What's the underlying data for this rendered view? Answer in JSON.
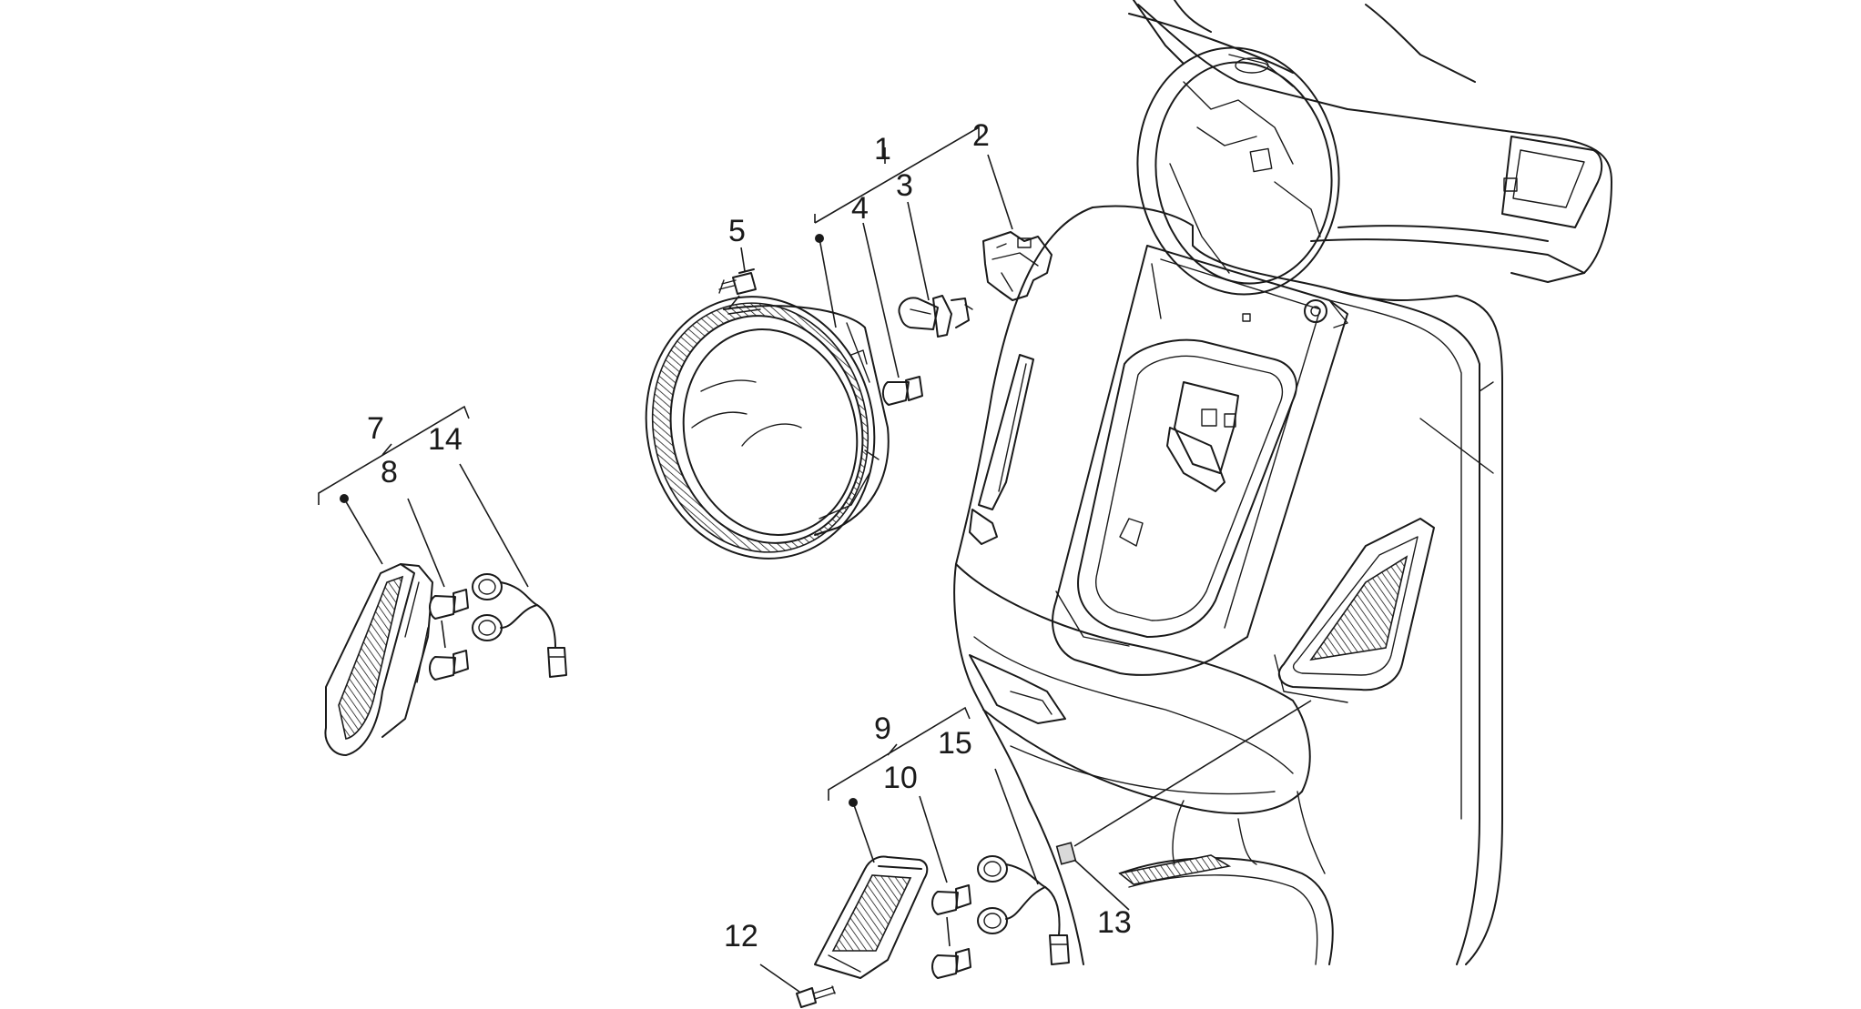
{
  "callouts": [
    {
      "id": "1",
      "label": "1"
    },
    {
      "id": "2",
      "label": "2"
    },
    {
      "id": "3",
      "label": "3"
    },
    {
      "id": "4",
      "label": "4"
    },
    {
      "id": "5",
      "label": "5"
    },
    {
      "id": "7",
      "label": "7"
    },
    {
      "id": "8",
      "label": "8"
    },
    {
      "id": "9",
      "label": "9"
    },
    {
      "id": "10",
      "label": "10"
    },
    {
      "id": "12",
      "label": "12"
    },
    {
      "id": "13",
      "label": "13"
    },
    {
      "id": "14",
      "label": "14"
    },
    {
      "id": "15",
      "label": "15"
    }
  ],
  "colors": {
    "line": "#1a1a1a",
    "background": "#ffffff"
  }
}
